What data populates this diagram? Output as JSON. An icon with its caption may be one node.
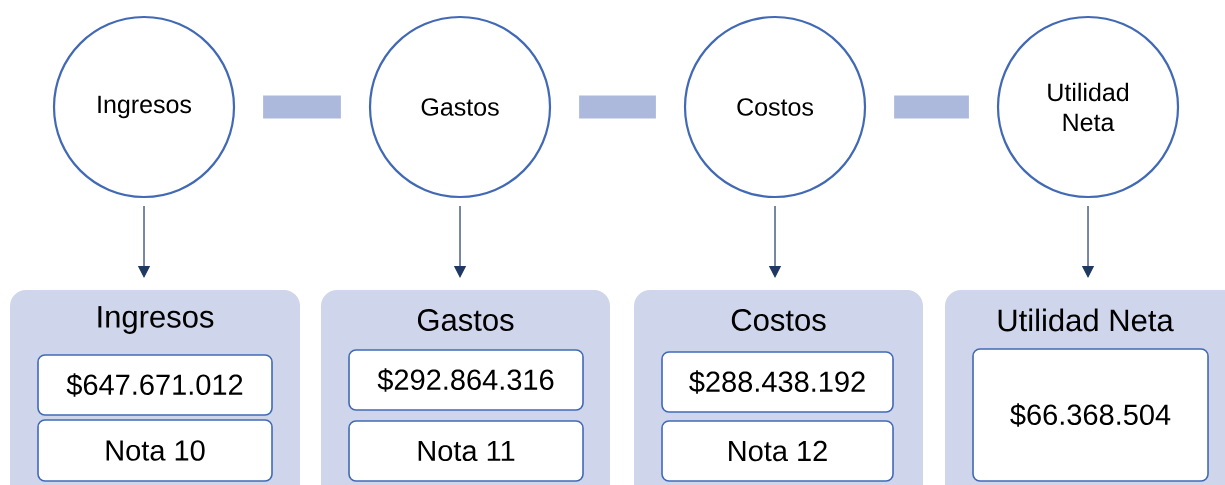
{
  "diagram": {
    "nodes": [
      {
        "text": [
          "Ingresos"
        ]
      },
      {
        "text": [
          "Gastos"
        ]
      },
      {
        "text": [
          "Costos"
        ]
      },
      {
        "text": [
          "Utilidad Neta"
        ]
      },
      {
        "text": [
          "Ingresos"
        ]
      },
      {
        "text": [
          "$647.671.012"
        ],
        "in": 4
      },
      {
        "text": [
          "Nota 10"
        ],
        "in": 4
      },
      {
        "text": [
          "Gastos"
        ]
      },
      {
        "text": [
          "$292.864.316"
        ],
        "in": 7
      },
      {
        "text": [
          "Nota 11"
        ],
        "in": 7
      },
      {
        "text": [
          "Costos"
        ]
      },
      {
        "text": [
          "$288.438.192"
        ],
        "in": 10
      },
      {
        "text": [
          "Nota 12"
        ],
        "in": 10
      },
      {
        "text": [
          "Utilidad Neta"
        ]
      },
      {
        "text": [
          "$66.368.504"
        ],
        "in": 13
      }
    ],
    "edges": [
      {
        "from": 0,
        "to": 1,
        "arrow": "none",
        "style": "thick",
        "color": "#adb9dc"
      },
      {
        "from": 1,
        "to": 2,
        "arrow": "none",
        "style": "thick",
        "color": "#adb9dc"
      },
      {
        "from": 2,
        "to": 3,
        "arrow": "none",
        "style": "thick",
        "color": "#adb9dc"
      },
      {
        "from": 0,
        "to": 4,
        "arrow": "to"
      },
      {
        "from": 1,
        "to": 7,
        "arrow": "to"
      },
      {
        "from": 2,
        "to": 10,
        "arrow": "to"
      },
      {
        "from": 3,
        "to": 13,
        "arrow": "to"
      }
    ]
  }
}
